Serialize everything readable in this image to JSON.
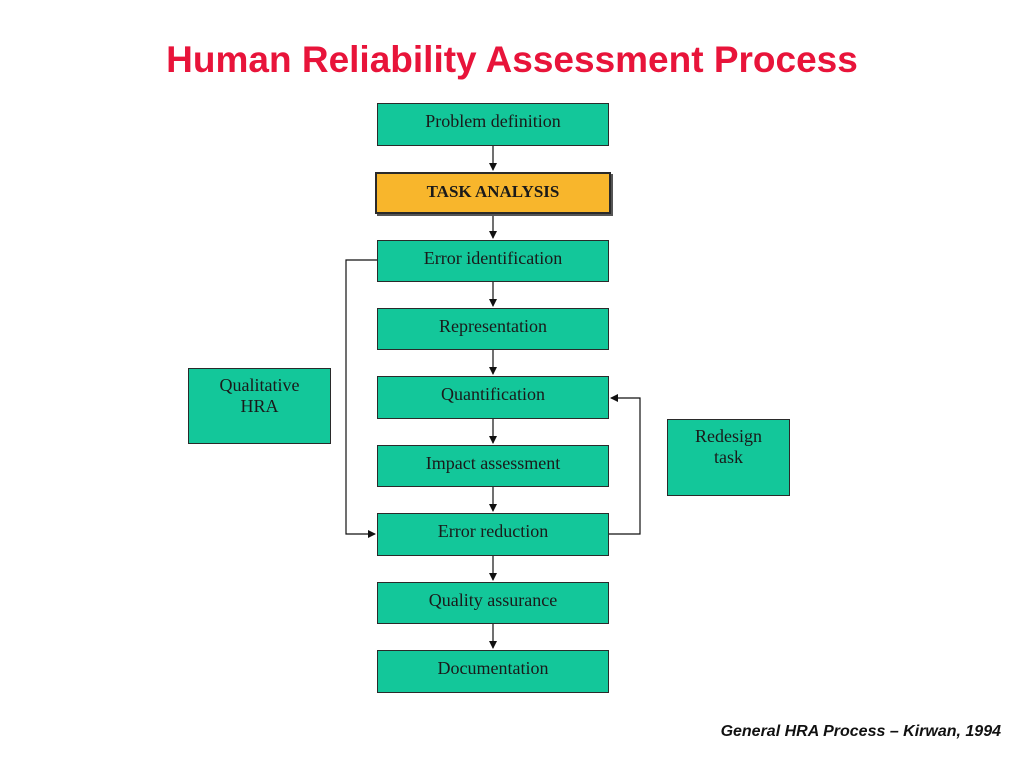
{
  "title": "Human Reliability Assessment Process",
  "steps": [
    {
      "label": "Problem definition"
    },
    {
      "label": "TASK ANALYSIS"
    },
    {
      "label": "Error identification"
    },
    {
      "label": "Representation"
    },
    {
      "label": "Quantification"
    },
    {
      "label": "Impact assessment"
    },
    {
      "label": "Error reduction"
    },
    {
      "label": "Quality assurance"
    },
    {
      "label": "Documentation"
    }
  ],
  "side_boxes": {
    "qualitative": "Qualitative\nHRA",
    "redesign": "Redesign\ntask"
  },
  "caption": "General HRA Process – Kirwan, 1994",
  "colors": {
    "title": "#e8143a",
    "step_fill": "#13c79a",
    "highlight_fill": "#f8b62c"
  }
}
